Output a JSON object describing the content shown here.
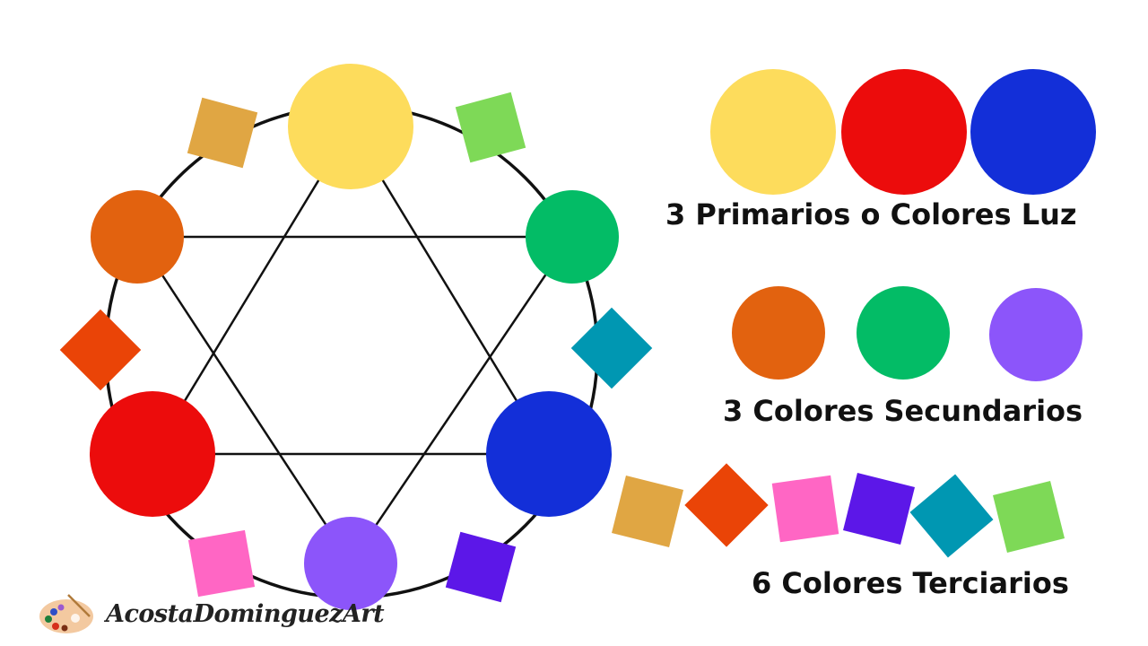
{
  "colors": {
    "yellow": "#FDDC5C",
    "red": "#EC0C0C",
    "blue": "#132FD8",
    "orange": "#E2620F",
    "green": "#03BC66",
    "violet": "#8C55FA",
    "yellow_orange": "#E0A643",
    "red_orange": "#EA4407",
    "red_violet": "#FF66C4",
    "blue_violet": "#5C17E8",
    "blue_green": "#0097B2",
    "yellow_green": "#7ED957",
    "line": "#111111"
  },
  "labels": {
    "primaries": "3 Primarios o Colores Luz",
    "secondaries": "3 Colores Secundarios",
    "tertiaries": "6 Colores Terciarios"
  },
  "logo": {
    "text": "AcostaDominguezArt",
    "icon": "palette-icon"
  }
}
